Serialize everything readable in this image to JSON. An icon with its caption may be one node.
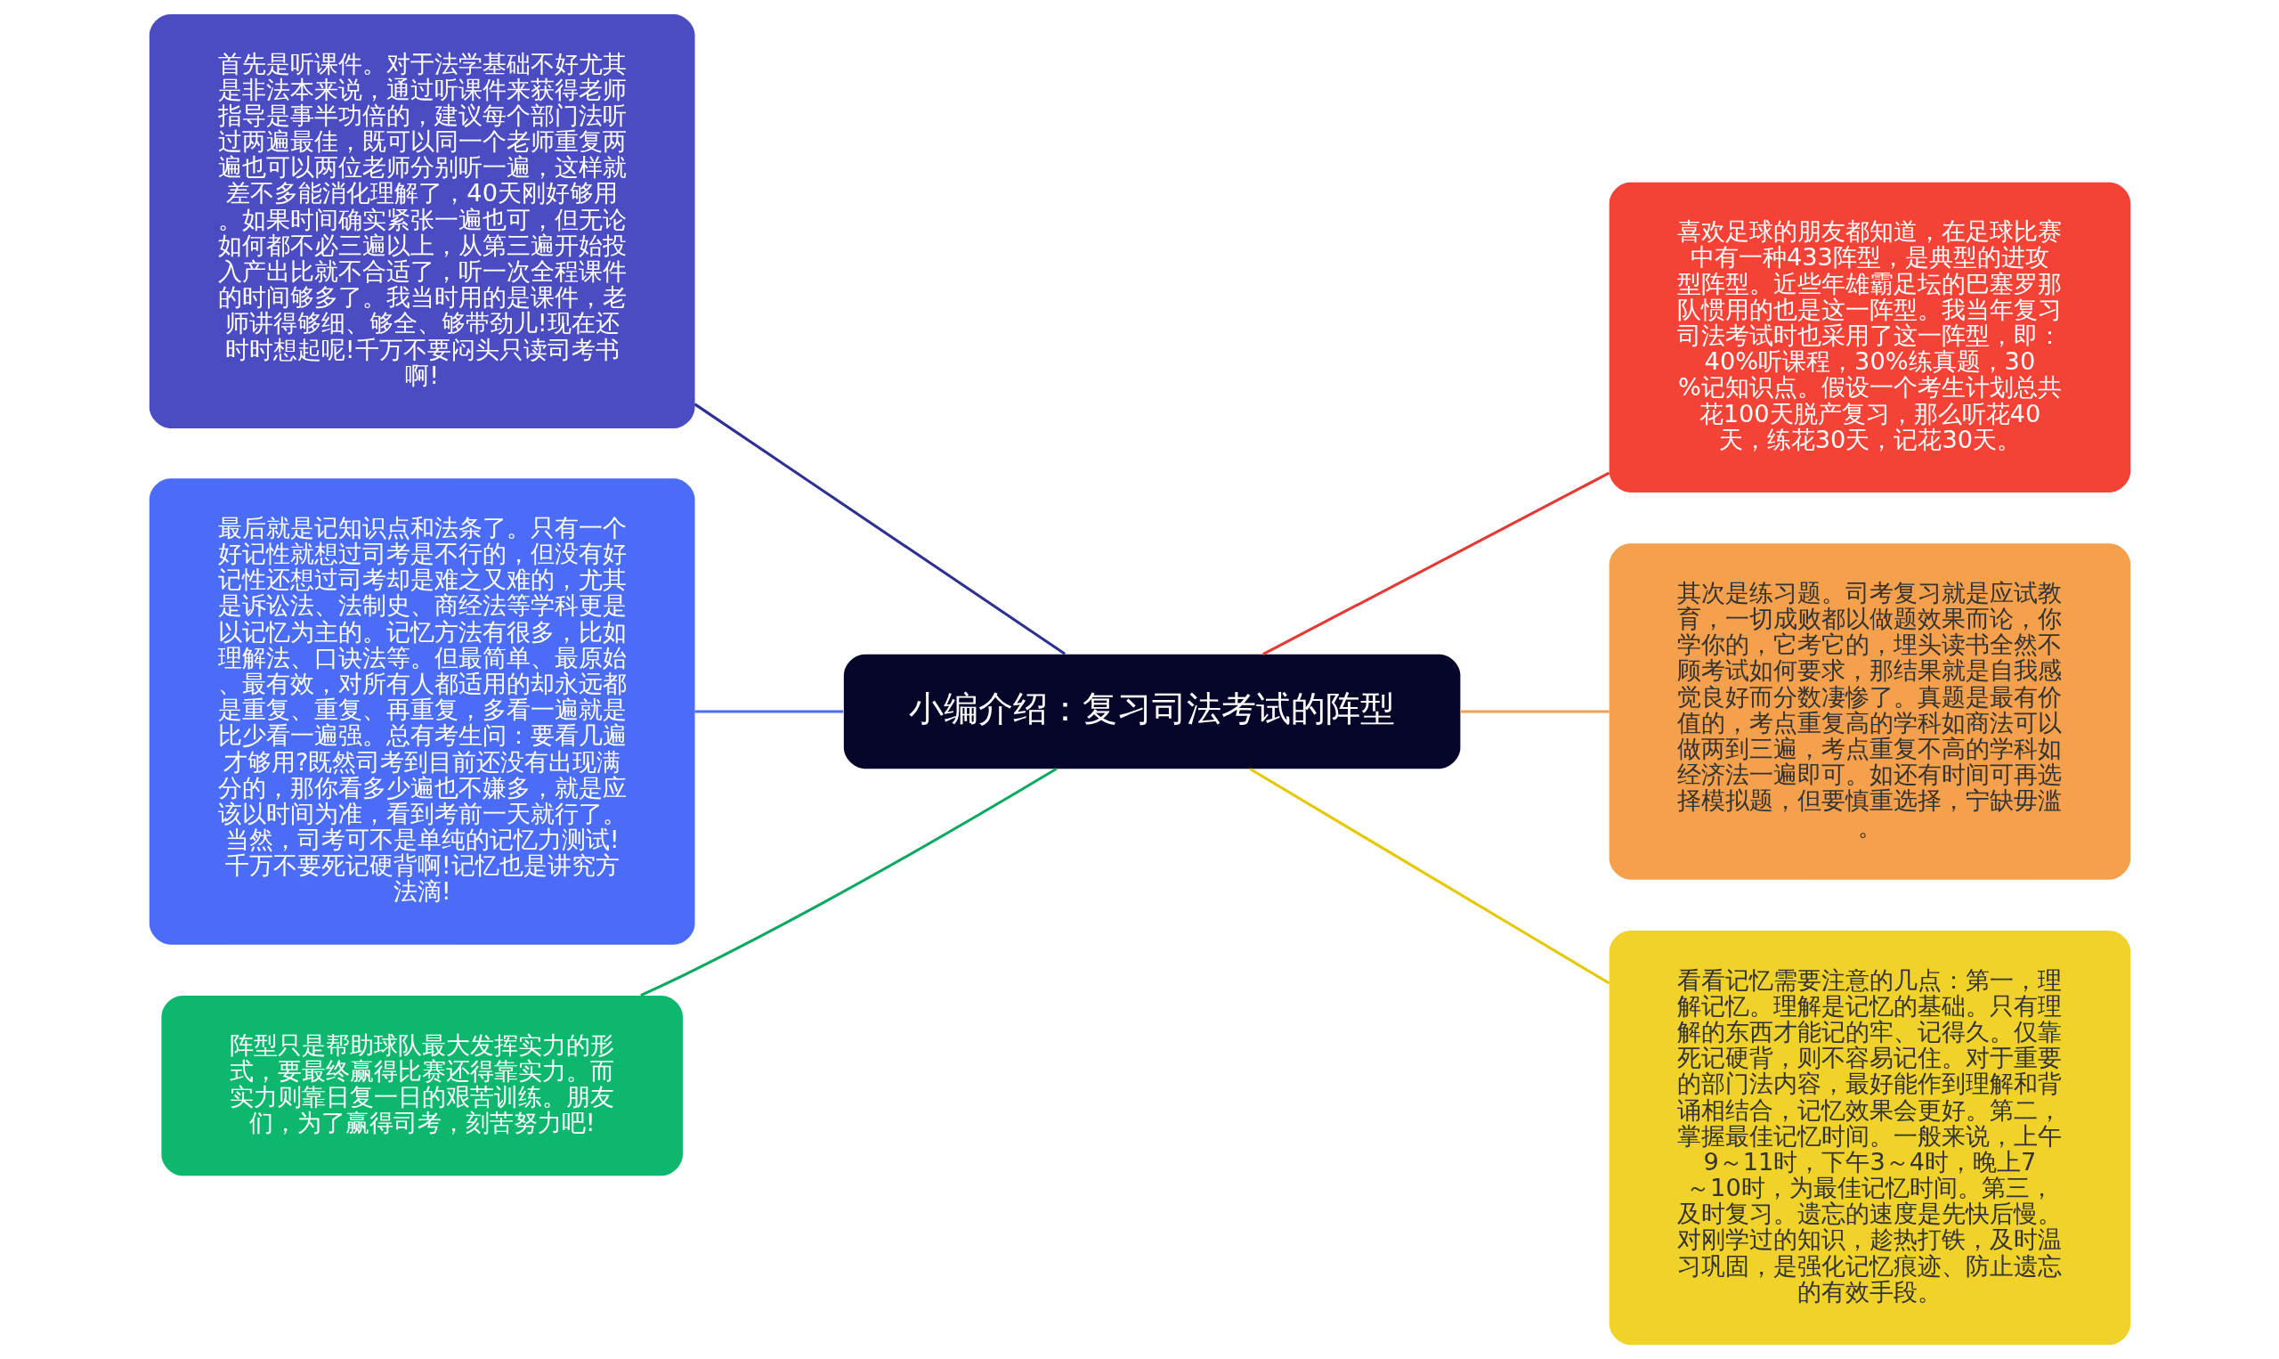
{
  "diagram": {
    "nodes": [
      {
        "text": [
          "小编介绍：复习司法考试的阵型"
        ]
      },
      {
        "text": [
          "首先是听课件。对于法学基础不好尤其是非法本来说，通过听课件来获得老师指导是事半功倍的，建议每个部门法听过两遍最佳，既可以同一个老师重复两遍也可以两位老师分别听一遍，这样就差不多能消化理解了，40天刚好够用。如果时间确实紧张一遍也可，但无论如何都不必三遍以上，从第三遍开始投入产出比就不合适了，听一次全程课件的时间够多了。我当时用的是课件，老师讲得够细、够全、够带劲儿!现在还时时想起呢!千万不要闷头只读司考书啊!"
        ]
      },
      {
        "text": [
          "最后就是记知识点和法条了。只有一个好记性就想过司考是不行的，但没有好记性还想过司考却是难之又难的，尤其是诉讼法、法制史、商经法等学科更是以记忆为主的。记忆方法有很多，比如理解法、口诀法等。但最简单、最原始、最有效，对所有人都适用的却永远都是重复、重复、再重复，多看一遍就是比少看一遍强。总有考生问：要看几遍才够用?既然司考到目前还没有出现满分的，那你看多少遍也不嫌多，就是应该以时间为准，看到考前一天就行了。当然，司考可不是单纯的记忆力测试!千万不要死记硬背啊!记忆也是讲究方法滴!"
        ]
      },
      {
        "text": [
          "阵型只是帮助球队最大发挥实力的形式，要最终赢得比赛还得靠实力。而实力则靠日复一日的艰苦训练。朋友们，为了赢得司考，刻苦努力吧!"
        ]
      },
      {
        "text": [
          "喜欢足球的朋友都知道，在足球比赛中有一种433阵型，是典型的进攻型阵型。近些年雄霸足坛的巴塞罗那队惯用的也是这一阵型。我当年复习司法考试时也采用了这一阵型，即：40%听课程，30%练真题，30%记知识点。假设一个考生计划总共花100天脱产复习，那么听花40天，练花30天，记花30天。"
        ]
      },
      {
        "text": [
          "其次是练习题。司考复习就是应试教育，一切成败都以做题效果而论，你学你的，它考它的，埋头读书全然不顾考试如何要求，那结果就是自我感觉良好而分数凄惨了。真题是最有价值的，考点重复高的学科如商法可以做两到三遍，考点重复不高的学科如经济法一遍即可。如还有时间可再选择模拟题，但要慎重选择，宁缺毋滥。"
        ]
      },
      {
        "text": [
          "看看记忆需要注意的几点：第一，理解记忆。理解是记忆的基础。只有理解的东西才能记的牢、记得久。仅靠死记硬背，则不容易记住。对于重要的部门法内容，最好能作到理解和背诵相结合，记忆效果会更好。第二，掌握最佳记忆时间。一般来说，上午9～11时，下午3～4时，晚上7～10时，为最佳记忆时间。第三，及时复习。遗忘的速度是先快后慢。对刚学过的知识，趁热打铁，及时温习巩固，是强化记忆痕迹、防止遗忘的有效手段。"
        ]
      }
    ],
    "edges": [
      {
        "from": 0,
        "to": 1,
        "arrow": "none",
        "color": "#2e3192"
      },
      {
        "from": 0,
        "to": 2,
        "arrow": "none",
        "color": "#4a6cf7"
      },
      {
        "from": 0,
        "to": 3,
        "arrow": "none",
        "color": "#0aa860"
      },
      {
        "from": 0,
        "to": 4,
        "arrow": "none",
        "color": "#e53935"
      },
      {
        "from": 0,
        "to": 5,
        "arrow": "none",
        "color": "#f0a04c"
      },
      {
        "from": 0,
        "to": 6,
        "arrow": "none",
        "color": "#e6c800"
      }
    ]
  }
}
